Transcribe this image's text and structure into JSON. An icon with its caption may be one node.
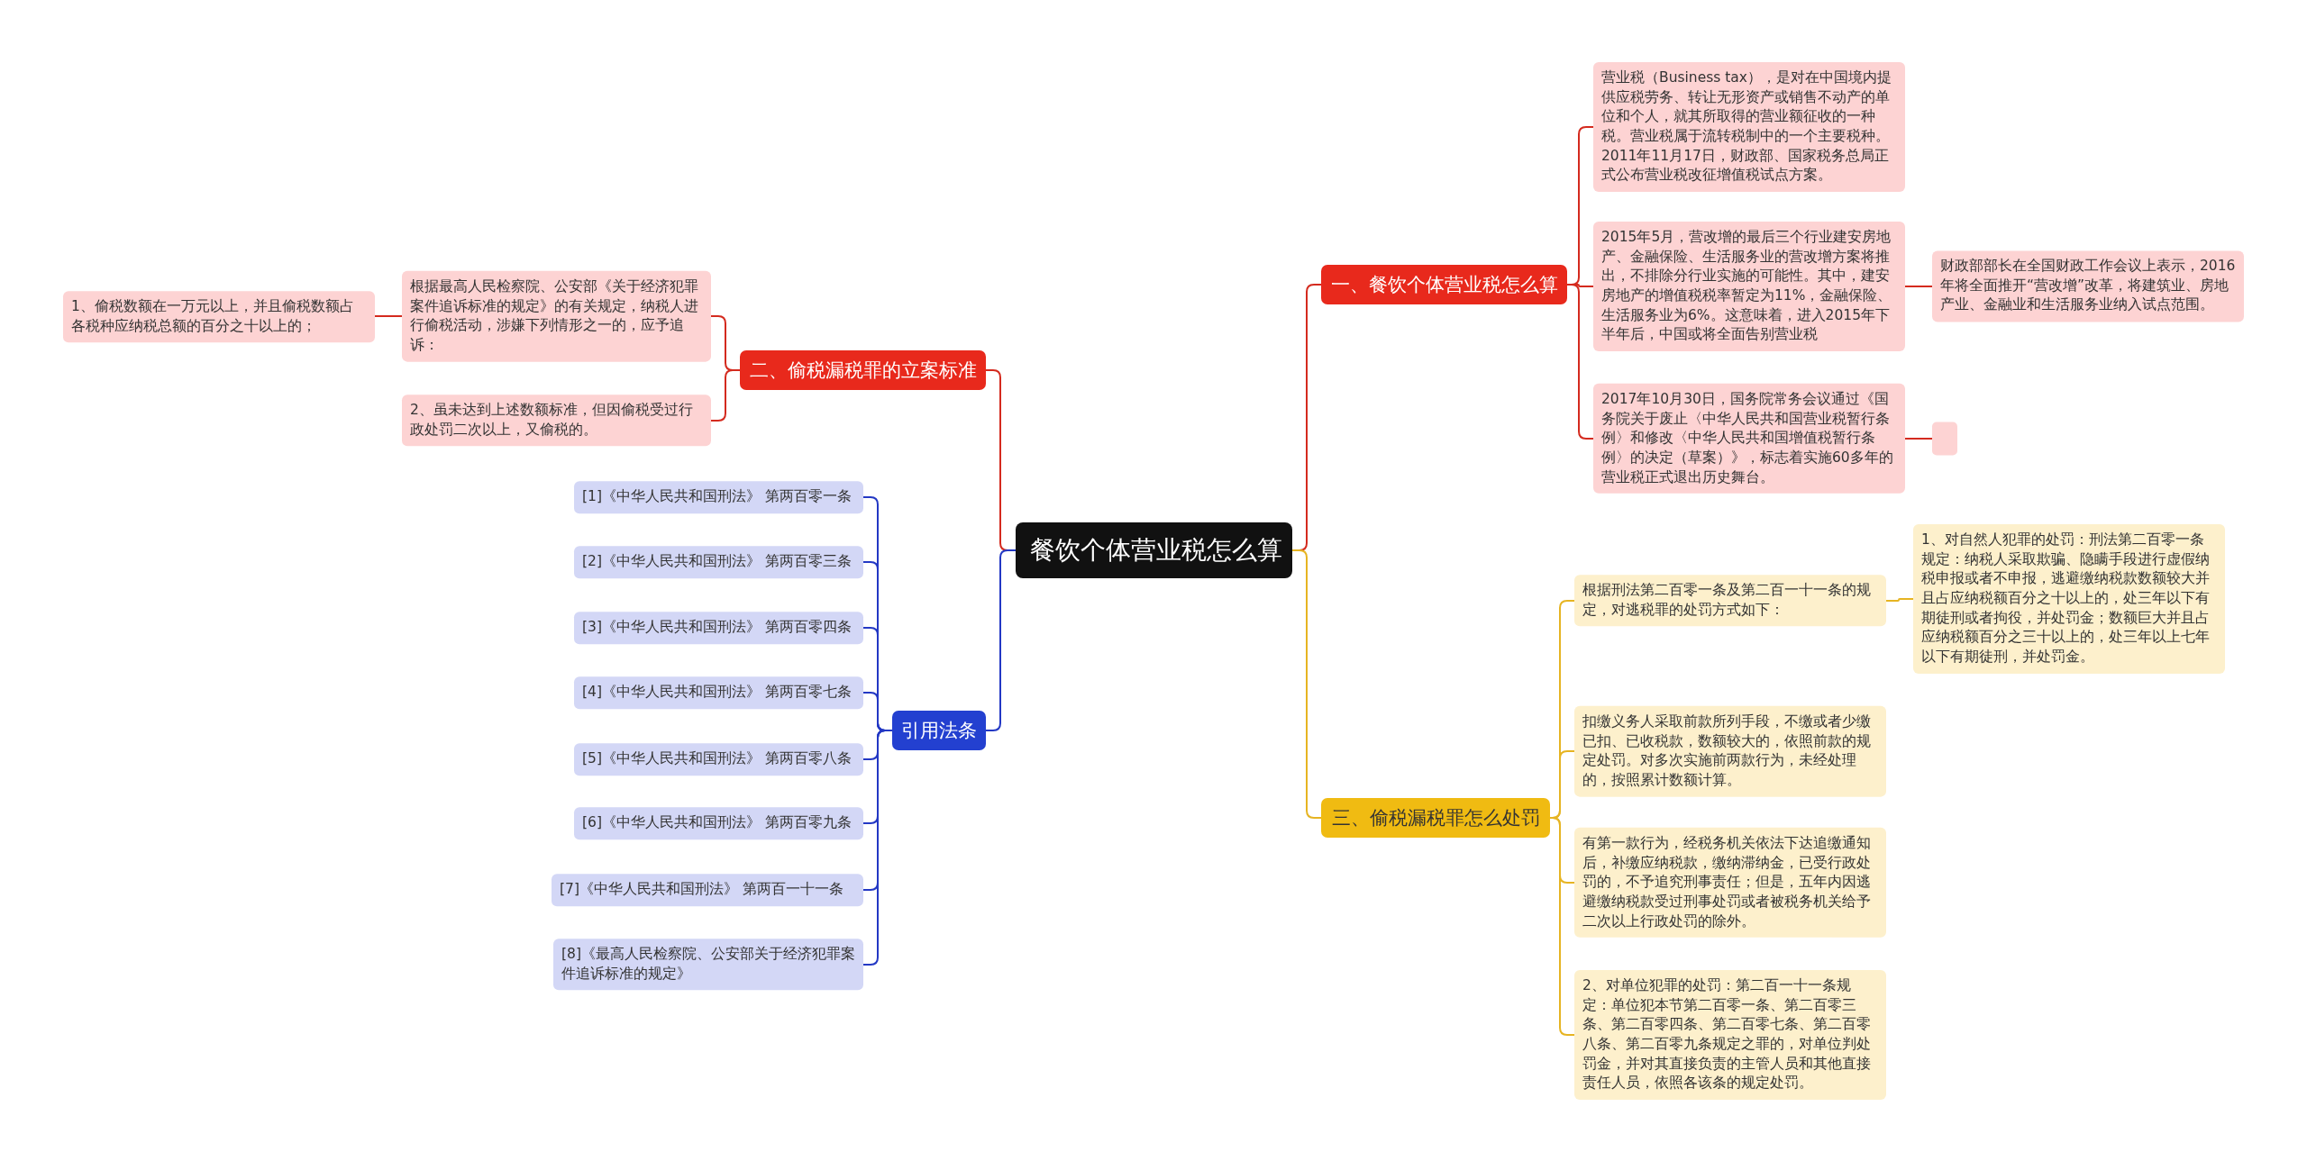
{
  "diagram": {
    "nodes": [
      {
        "text": [
          "餐饮个体营业税怎么算"
        ]
      },
      {
        "text": [
          "一、餐饮个体营业税怎么算"
        ]
      },
      {
        "text": [
          "营业税（Business tax），是对在中国境内提供应税劳务、转让无形资产或销售不动产的单位和个人，就其所取得的营业额征收的一种税。营业税属于流转税制中的一个主要税种。2011年11月17日，财政部、国家税务总局正式公布营业税改征增值税试点方案。"
        ]
      },
      {
        "text": [
          "2015年5月，营改增的最后三个行业建安房地产、金融保险、生活服务业的营改增方案将推出，不排除分行业实施的可能性。其中，建安房地产的增值税税率暂定为11%，金融保险、生活服务业为6%。这意味着，进入2015年下半年后，中国或将全面告别营业税"
        ]
      },
      {
        "text": [
          "财政部部长在全国财政工作会议上表示，2016年将全面推开“营改增”改革，将建筑业、房地产业、金融业和生活服务业纳入试点范围。"
        ]
      },
      {
        "text": [
          "2017年10月30日，国务院常务会议通过《国务院关于废止〈中华人民共和国营业税暂行条例〉和修改〈中华人民共和国增值税暂行条例〉的决定（草案）》，标志着实施60多年的营业税正式退出历史舞台。"
        ]
      },
      {
        "text": [],
        "shape": "box"
      },
      {
        "text": [
          "二、偷税漏税罪的立案标准"
        ]
      },
      {
        "text": [
          "根据最高人民检察院、公安部《关于经济犯罪案件追诉标准的规定》的有关规定，纳税人进行偷税活动，涉嫌下列情形之一的，应予追诉："
        ]
      },
      {
        "text": [
          "1、偷税数额在一万元以上，并且偷税数额占各税种应纳税总额的百分之十以上的；"
        ]
      },
      {
        "text": [
          "2、虽未达到上述数额标准，但因偷税受过行政处罚二次以上，又偷税的。"
        ]
      },
      {
        "text": [
          "引用法条"
        ]
      },
      {
        "text": [
          "[1]《中华人民共和国刑法》 第两百零一条"
        ]
      },
      {
        "text": [
          "[2]《中华人民共和国刑法》 第两百零三条"
        ]
      },
      {
        "text": [
          "[3]《中华人民共和国刑法》 第两百零四条"
        ]
      },
      {
        "text": [
          "[4]《中华人民共和国刑法》 第两百零七条"
        ]
      },
      {
        "text": [
          "[5]《中华人民共和国刑法》 第两百零八条"
        ]
      },
      {
        "text": [
          "[6]《中华人民共和国刑法》 第两百零九条"
        ]
      },
      {
        "text": [
          "[7]《中华人民共和国刑法》 第两百一十一条"
        ]
      },
      {
        "text": [
          "[8]《最高人民检察院、公安部关于经济犯罪案件追诉标准的规定》"
        ]
      },
      {
        "text": [
          "三、偷税漏税罪怎么处罚"
        ]
      },
      {
        "text": [
          "根据刑法第二百零一条及第二百一十一条的规定，对逃税罪的处罚方式如下："
        ]
      },
      {
        "text": [
          "1、对自然人犯罪的处罚：刑法第二百零一条规定：纳税人采取欺骗、隐瞒手段进行虚假纳税申报或者不申报，逃避缴纳税款数额较大并且占应纳税额百分之十以上的，处三年以下有期徒刑或者拘役，并处罚金；数额巨大并且占应纳税额百分之三十以上的，处三年以上七年以下有期徒刑，并处罚金。"
        ]
      },
      {
        "text": [
          "扣缴义务人采取前款所列手段，不缴或者少缴已扣、已收税款，数额较大的，依照前款的规定处罚。对多次实施前两款行为，未经处理的，按照累计数额计算。"
        ]
      },
      {
        "text": [
          "有第一款行为，经税务机关依法下达追缴通知后，补缴应纳税款，缴纳滞纳金，已受行政处罚的，不予追究刑事责任；但是，五年内因逃避缴纳税款受过刑事处罚或者被税务机关给予二次以上行政处罚的除外。"
        ]
      },
      {
        "text": [
          "2、对单位犯罪的处罚：第二百一十一条规定：单位犯本节第二百零一条、第二百零三条、第二百零四条、第二百零七条、第二百零八条、第二百零九条规定之罪的，对单位判处罚金，并对其直接负责的主管人员和其他直接责任人员，依照各该条的规定处罚。"
        ]
      }
    ],
    "edges": [
      {
        "from": 0,
        "to": 1,
        "arrow": "none"
      },
      {
        "from": 1,
        "to": 2,
        "arrow": "none"
      },
      {
        "from": 1,
        "to": 3,
        "arrow": "none"
      },
      {
        "from": 3,
        "to": 4,
        "arrow": "none"
      },
      {
        "from": 1,
        "to": 5,
        "arrow": "none"
      },
      {
        "from": 5,
        "to": 6,
        "arrow": "none"
      },
      {
        "from": 0,
        "to": 7,
        "arrow": "none"
      },
      {
        "from": 7,
        "to": 8,
        "arrow": "none"
      },
      {
        "from": 8,
        "to": 9,
        "arrow": "none"
      },
      {
        "from": 7,
        "to": 10,
        "arrow": "none"
      },
      {
        "from": 0,
        "to": 11,
        "arrow": "none",
        "color": "#2338c4"
      },
      {
        "from": 11,
        "to": 12,
        "arrow": "none",
        "color": "#2338c4"
      },
      {
        "from": 11,
        "to": 13,
        "arrow": "none",
        "color": "#2338c4"
      },
      {
        "from": 11,
        "to": 14,
        "arrow": "none",
        "color": "#2338c4"
      },
      {
        "from": 11,
        "to": 15,
        "arrow": "none",
        "color": "#2338c4"
      },
      {
        "from": 11,
        "to": 16,
        "arrow": "none",
        "color": "#2338c4"
      },
      {
        "from": 11,
        "to": 17,
        "arrow": "none",
        "color": "#2338c4"
      },
      {
        "from": 11,
        "to": 18,
        "arrow": "none",
        "color": "#2338c4"
      },
      {
        "from": 11,
        "to": 19,
        "arrow": "none",
        "color": "#2338c4"
      },
      {
        "from": 0,
        "to": 20,
        "arrow": "none",
        "color": "#e6b422"
      },
      {
        "from": 20,
        "to": 21,
        "arrow": "none",
        "color": "#e6b422"
      },
      {
        "from": 21,
        "to": 22,
        "arrow": "none",
        "color": "#e6b422"
      },
      {
        "from": 20,
        "to": 23,
        "arrow": "none",
        "color": "#e6b422"
      },
      {
        "from": 20,
        "to": 24,
        "arrow": "none",
        "color": "#e6b422"
      },
      {
        "from": 20,
        "to": 25,
        "arrow": "none",
        "color": "#e6b422"
      }
    ]
  }
}
